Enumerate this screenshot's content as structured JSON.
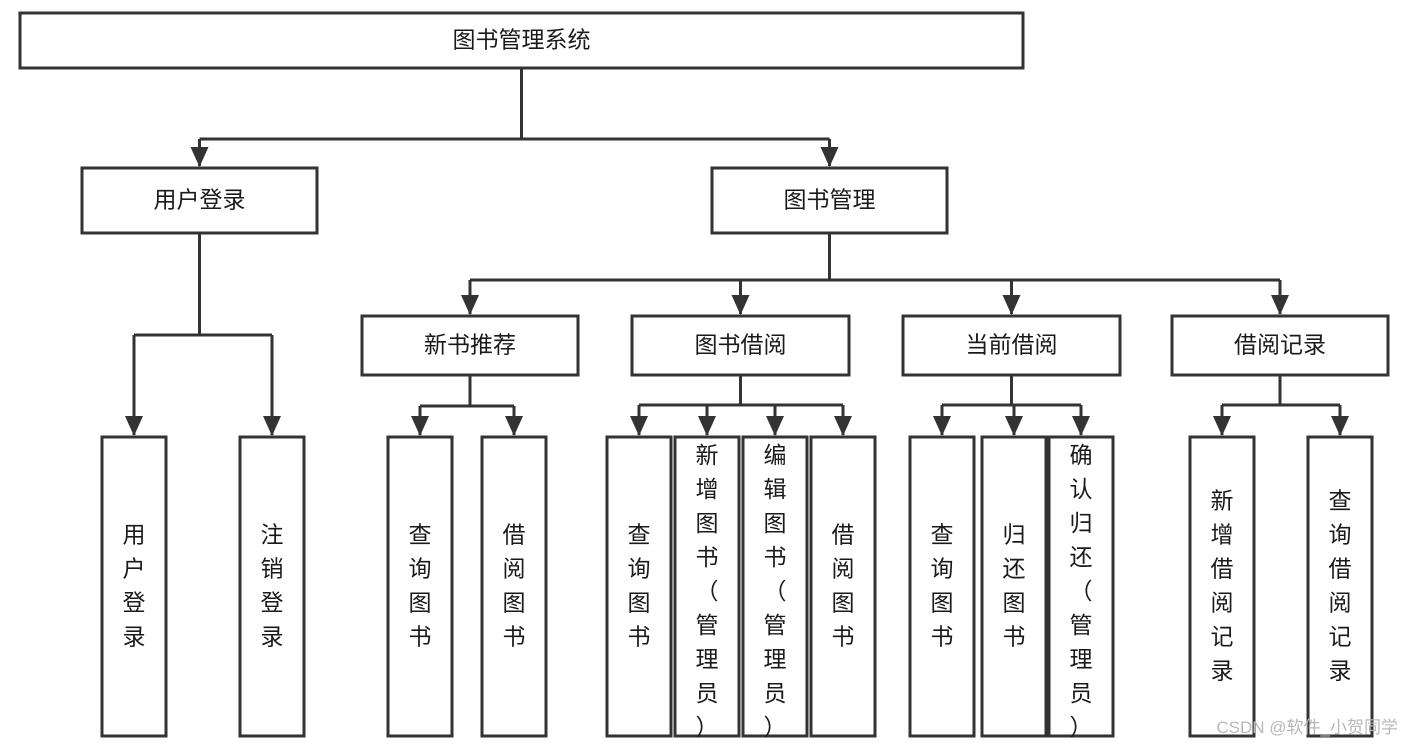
{
  "diagram": {
    "type": "tree",
    "title": "图书管理系统",
    "root": {
      "id": "root",
      "label": "图书管理系统",
      "orientation": "horizontal"
    },
    "level1": [
      {
        "id": "user-login",
        "label": "用户登录",
        "orientation": "horizontal"
      },
      {
        "id": "book-manage",
        "label": "图书管理",
        "orientation": "horizontal"
      }
    ],
    "level2": [
      {
        "id": "new-book-recommend",
        "label": "新书推荐",
        "orientation": "horizontal",
        "parent": "book-manage"
      },
      {
        "id": "book-borrow",
        "label": "图书借阅",
        "orientation": "horizontal",
        "parent": "book-manage"
      },
      {
        "id": "current-borrow",
        "label": "当前借阅",
        "orientation": "horizontal",
        "parent": "book-manage"
      },
      {
        "id": "borrow-record",
        "label": "借阅记录",
        "orientation": "horizontal",
        "parent": "book-manage"
      }
    ],
    "leaves": [
      {
        "id": "leaf-user-login",
        "label": "用户登录",
        "orientation": "vertical",
        "parent": "user-login",
        "align": "center"
      },
      {
        "id": "leaf-user-logout",
        "label": "注销登录",
        "orientation": "vertical",
        "parent": "user-login",
        "align": "center"
      },
      {
        "id": "leaf-query-book-1",
        "label": "查询图书",
        "orientation": "vertical",
        "parent": "new-book-recommend",
        "align": "center"
      },
      {
        "id": "leaf-borrow-book-1",
        "label": "借阅图书",
        "orientation": "vertical",
        "parent": "new-book-recommend",
        "align": "center"
      },
      {
        "id": "leaf-query-book-2",
        "label": "查询图书",
        "orientation": "vertical",
        "parent": "book-borrow",
        "align": "center"
      },
      {
        "id": "leaf-add-book",
        "label": "新增图书（管理员）",
        "orientation": "vertical",
        "parent": "book-borrow",
        "align": "top"
      },
      {
        "id": "leaf-edit-book",
        "label": "编辑图书（管理员）",
        "orientation": "vertical",
        "parent": "book-borrow",
        "align": "top"
      },
      {
        "id": "leaf-borrow-book-2",
        "label": "借阅图书",
        "orientation": "vertical",
        "parent": "book-borrow",
        "align": "center"
      },
      {
        "id": "leaf-query-book-3",
        "label": "查询图书",
        "orientation": "vertical",
        "parent": "current-borrow",
        "align": "center"
      },
      {
        "id": "leaf-return-book",
        "label": "归还图书",
        "orientation": "vertical",
        "parent": "current-borrow",
        "align": "center"
      },
      {
        "id": "leaf-confirm-return",
        "label": "确认归还（管理员）",
        "orientation": "vertical",
        "parent": "current-borrow",
        "align": "top"
      },
      {
        "id": "leaf-add-record",
        "label": "新增借阅记录",
        "orientation": "vertical",
        "parent": "borrow-record",
        "align": "center"
      },
      {
        "id": "leaf-query-record",
        "label": "查询借阅记录",
        "orientation": "vertical",
        "parent": "borrow-record",
        "align": "center"
      }
    ],
    "colors": {
      "box_fill": "#ffffff",
      "box_stroke": "#333333",
      "text": "#1a1a1a",
      "connector": "#333333",
      "background": "#ffffff",
      "watermark": "#b8b8b8"
    }
  },
  "watermark": {
    "text": "CSDN @软件_小贺同学"
  }
}
